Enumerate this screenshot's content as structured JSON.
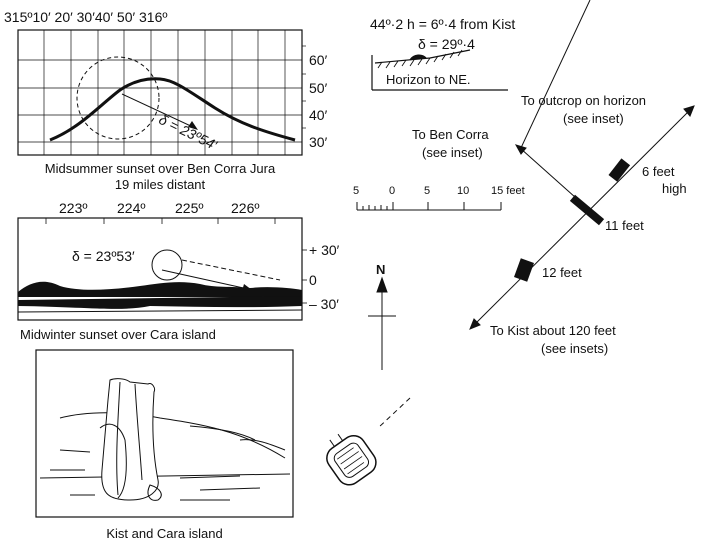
{
  "summer": {
    "top_scale": "315º10′ 20′ 30′40′ 50′ 316º",
    "alt_labels": [
      "60′",
      "50′",
      "40′",
      "30′"
    ],
    "delta": "δ = 23º54′",
    "caption_1": "Midsummer sunset over Ben Corra Jura",
    "caption_2": "19 miles distant"
  },
  "winter": {
    "az_labels": [
      "223º",
      "224º",
      "225º",
      "226º"
    ],
    "alt_labels": [
      "+ 30′",
      "0",
      "– 30′"
    ],
    "delta": "δ = 23º53′",
    "caption": "Midwinter sunset over Cara island"
  },
  "kist": {
    "caption": "Kist and Cara island"
  },
  "inset_ne": {
    "line1": "44º·2 h = 6º·4 from Kist",
    "line2": "δ = 29º·4",
    "horizon": "Horizon to NE."
  },
  "scale_bar": {
    "labels": [
      "5",
      "0",
      "5",
      "10",
      "15 feet"
    ]
  },
  "north": "N",
  "plan": {
    "outcrop_1": "To outcrop on horizon",
    "outcrop_2": "(see inset)",
    "ben_corra_1": "To Ben Corra",
    "ben_corra_2": "(see inset)",
    "stone_6_1": "6 feet",
    "stone_6_2": "high",
    "stone_11": "11 feet",
    "stone_12": "12 feet",
    "to_kist_1": "To Kist about 120 feet",
    "to_kist_2": "(see insets)"
  }
}
